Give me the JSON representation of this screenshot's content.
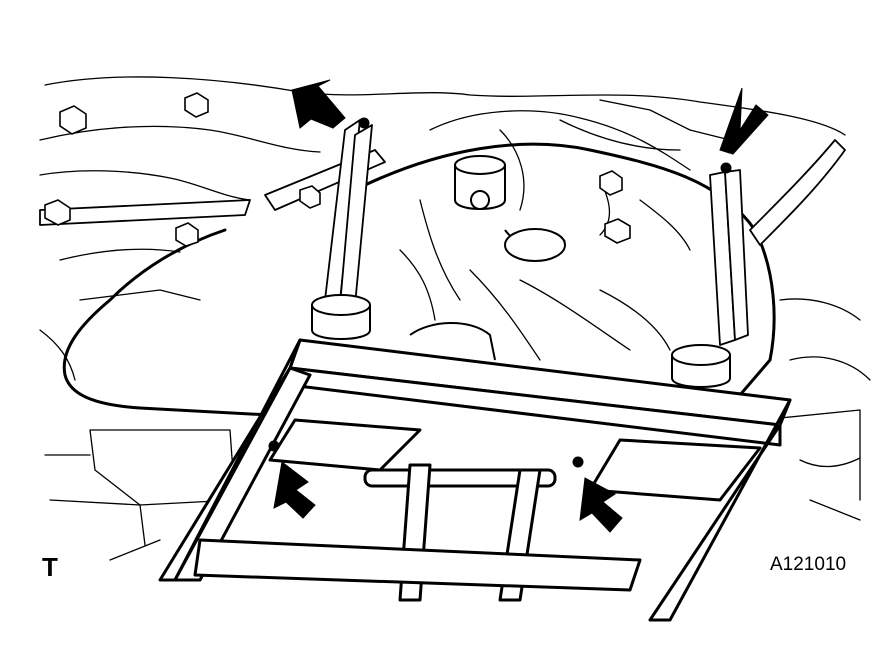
{
  "figure": {
    "corner_mark": "T",
    "illustration_code": "A121010"
  },
  "colors": {
    "ink": "#000000",
    "paper": "#ffffff",
    "arrow": "#000000"
  },
  "callouts": [
    {
      "id": "arrow-top-left",
      "meaning": "bolt-location"
    },
    {
      "id": "arrow-top-right",
      "meaning": "bolt-location"
    },
    {
      "id": "arrow-bottom-left",
      "meaning": "bolt-location"
    },
    {
      "id": "arrow-bottom-right",
      "meaning": "bolt-location"
    }
  ]
}
